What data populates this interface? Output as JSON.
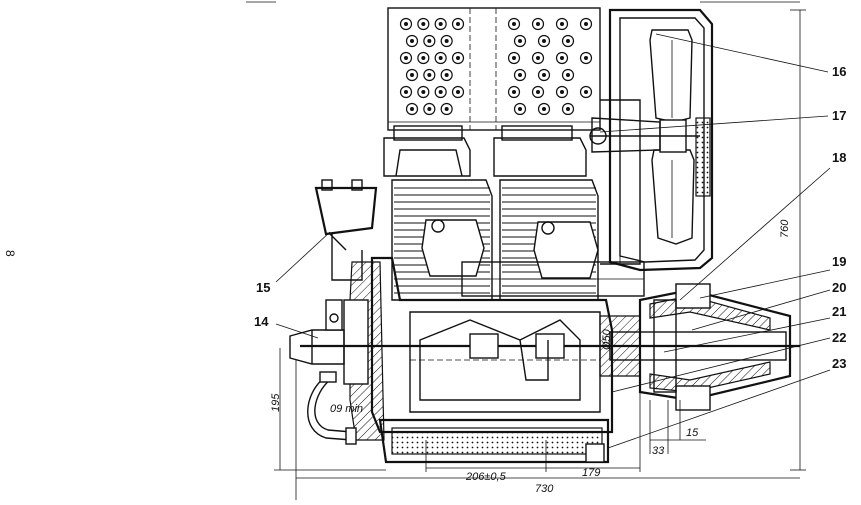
{
  "page_marker": "8",
  "callouts": {
    "c14": "14",
    "c15": "15",
    "c16": "16",
    "c17": "17",
    "c18": "18",
    "c19": "19",
    "c20": "20",
    "c21": "21",
    "c22": "22",
    "c23": "23"
  },
  "dimensions": {
    "d760": "760",
    "d730": "730",
    "d195": "195",
    "d206": "206±0,5",
    "d179": "179",
    "d33": "33",
    "d15": "15",
    "d050": "Ø50",
    "d09min": "09 min"
  },
  "colors": {
    "ink": "#111111",
    "paper": "#ffffff"
  }
}
